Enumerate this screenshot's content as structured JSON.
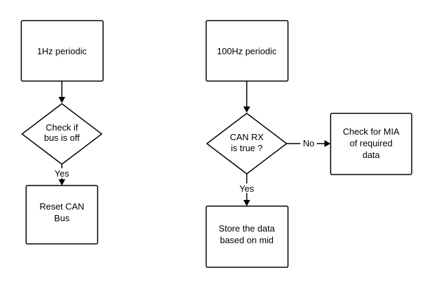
{
  "left_flow": {
    "start": "1Hz periodic",
    "decision": [
      "Check if",
      "bus is off"
    ],
    "yes_label": "Yes",
    "action": [
      "Reset CAN",
      "Bus"
    ]
  },
  "right_flow": {
    "start": "100Hz periodic",
    "decision": [
      "CAN RX",
      "is true ?"
    ],
    "no_label": "No",
    "no_action": [
      "Check for MIA",
      "of required",
      "data"
    ],
    "yes_label": "Yes",
    "yes_action": [
      "Store the data",
      "based on mid"
    ]
  }
}
